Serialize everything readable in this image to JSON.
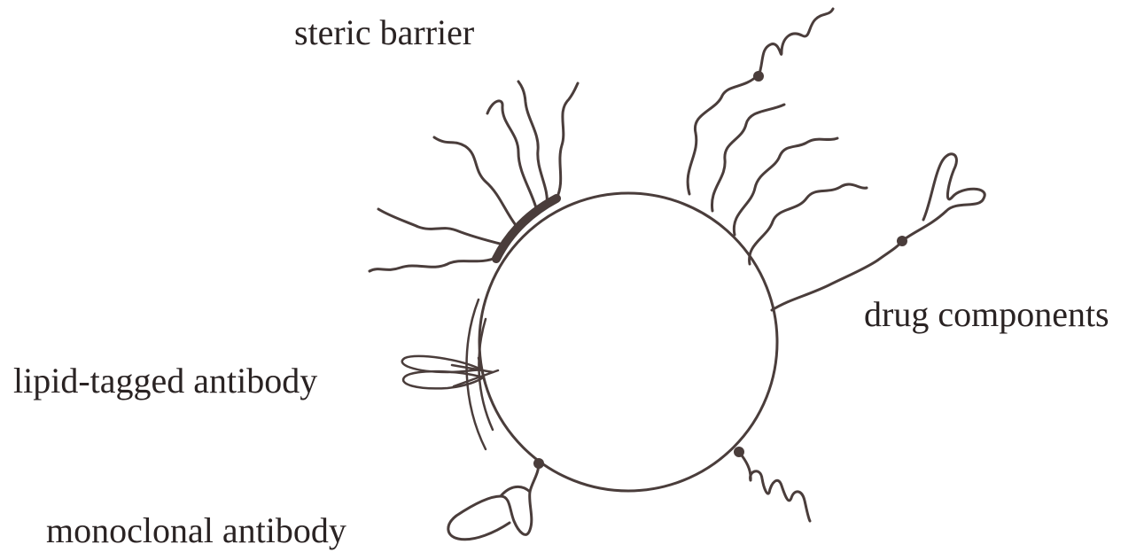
{
  "labels": {
    "steric_barrier": "steric barrier",
    "drug_components": "drug components",
    "lipid_tagged_antibody": "lipid-tagged antibody",
    "monoclonal_antibody": "monoclonal antibody"
  },
  "colors": {
    "ink": "#4a3d3b",
    "text": "#2a2323",
    "background": "#ffffff"
  }
}
